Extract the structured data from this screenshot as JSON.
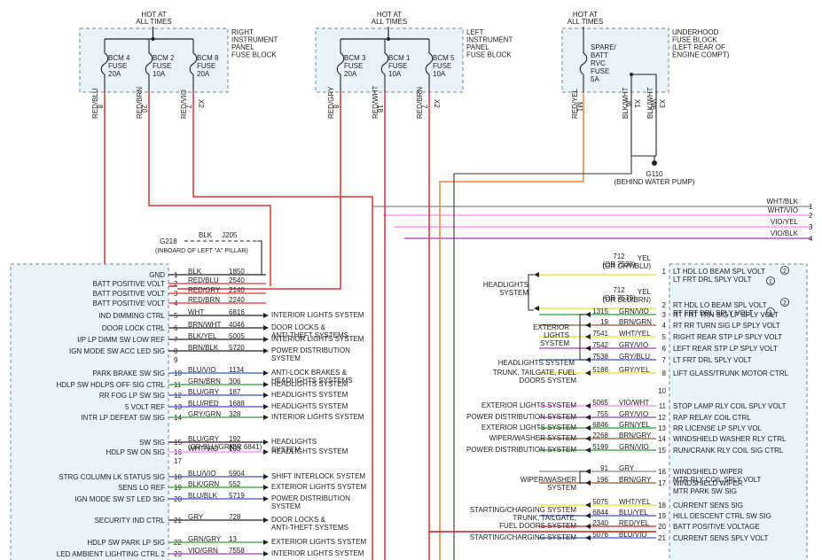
{
  "fuse_blocks": [
    {
      "hot_at": [
        "HOT AT",
        "ALL TIMES"
      ],
      "block_label": [
        "RIGHT",
        "INSTRUMENT",
        "PANEL",
        "FUSE BLOCK"
      ],
      "fuses": [
        {
          "name": [
            "BCM 4",
            "FUSE",
            "20A"
          ],
          "pin": "8",
          "wire": "RED/BLU"
        },
        {
          "name": [
            "BCM 2",
            "FUSE",
            "10A"
          ],
          "pin": "20",
          "wire": "RED/BRN"
        },
        {
          "name": [
            "BCM 8",
            "FUSE",
            "20A"
          ],
          "pin": "7",
          "wire": "RED/VIO"
        }
      ],
      "connector": "X2"
    },
    {
      "hot_at": [
        "HOT AT",
        "ALL TIMES"
      ],
      "block_label": [
        "LEFT",
        "INSTRUMENT",
        "PANEL",
        "FUSE BLOCK"
      ],
      "fuses": [
        {
          "name": [
            "BCM 3",
            "FUSE",
            "20A"
          ],
          "pin": "8",
          "wire": "RED/GRY"
        },
        {
          "name": [
            "BCM 1",
            "FUSE",
            "10A"
          ],
          "pin": "18",
          "wire": "RED/WHT"
        },
        {
          "name": [
            "BCM 5",
            "FUSE",
            "10A"
          ],
          "pin": "7",
          "wire": "RED/BRN"
        }
      ],
      "connector": "X2"
    },
    {
      "hot_at": [
        "HOT AT",
        "ALL TIMES"
      ],
      "block_label": [
        "UNDERHOOD",
        "FUSE BLOCK",
        "(LEFT REAR OF",
        "ENGINE COMPT)"
      ],
      "fuse": {
        "name": [
          "SPARE/",
          "BATT",
          "RVC",
          "FUSE",
          "5A"
        ],
        "pin": "M1",
        "wire": "RED/YEL"
      },
      "ground_pins": [
        {
          "pin": "J6",
          "conn": "X1",
          "wire": "BLK/WHT"
        },
        {
          "pin": "W6",
          "conn": "X3",
          "wire": "BLK/WHT"
        }
      ],
      "ground": [
        "G110",
        "(BEHIND WATER PUMP)"
      ]
    }
  ],
  "top_ground": {
    "wire": "BLK",
    "pin": "J205",
    "ground": "G218",
    "note": "(INBOARD OF LEFT \"A\" PILLAR)"
  },
  "bus_wires": [
    {
      "num": "1",
      "color": "WHT/BLK"
    },
    {
      "num": "2",
      "color": "WHT/VIO"
    },
    {
      "num": "3",
      "color": "VIO/YEL"
    },
    {
      "num": "4",
      "color": "VIO/BLK"
    }
  ],
  "left_module": {
    "rows": [
      {
        "label": "GND",
        "pin": "1",
        "wire": "BLK",
        "circuit": "1850",
        "dest": ""
      },
      {
        "label": "BATT POSITIVE VOLT",
        "pin": "2",
        "wire": "RED/BLU",
        "circuit": "2540",
        "dest": ""
      },
      {
        "label": "BATT POSITIVE VOLT",
        "pin": "3",
        "wire": "RED/GRY",
        "circuit": "2140",
        "dest": ""
      },
      {
        "label": "BATT POSITIVE VOLT",
        "pin": "4",
        "wire": "RED/BRN",
        "circuit": "2240",
        "dest": ""
      },
      {
        "label": "IND DIMMING CTRL",
        "pin": "5",
        "wire": "WHT",
        "circuit": "6816",
        "dest": "INTERIOR LIGHTS SYSTEM"
      },
      {
        "label": "DOOR LOCK CTRL",
        "pin": "6",
        "wire": "BRN/WHT",
        "circuit": "4046",
        "dest": "DOOR LOCKS &\nANTI-THEFT SYSTEMS"
      },
      {
        "label": "I/P LP DIMM SW LOW REF",
        "pin": "7",
        "wire": "BLK/YEL",
        "circuit": "5005",
        "dest": "INTERIOR LIGHTS SYSTEM"
      },
      {
        "label": "IGN MODE SW ACC LED SIG",
        "pin": "8",
        "wire": "BRN/BLK",
        "circuit": "5720",
        "dest": "POWER DISTRIBUTION\nSYSTEM"
      },
      {
        "label": "",
        "pin": "9",
        "wire": "",
        "circuit": "",
        "dest": ""
      },
      {
        "label": "PARK BRAKE SW SIG",
        "pin": "10",
        "wire": "BLU/VIO",
        "circuit": "1134",
        "dest": "ANTI-LOCK BRAKES &\nHEADLIGHTS SYSTEMS"
      },
      {
        "label": "HDLP SW HDLPS OFF SIG CTRL",
        "pin": "11",
        "wire": "GRN/BRN",
        "circuit": "306",
        "dest": "HEADLIGHTS SYSTEM"
      },
      {
        "label": "RR FOG LP SW SIG",
        "pin": "12",
        "wire": "BLU/GRY",
        "circuit": "187",
        "dest": "HEADLIGHTS SYSTEM"
      },
      {
        "label": "5 VOLT REF",
        "pin": "13",
        "wire": "BLU/RED",
        "circuit": "1688",
        "dest": "HEADLIGHTS SYSTEM"
      },
      {
        "label": "INTR LP DEFEAT SW SIG",
        "pin": "14",
        "wire": "GRY/GRN",
        "circuit": "328",
        "dest": "INTERIOR LIGHTS SYSTEM"
      },
      {
        "label": "SW SIG",
        "pin": "15",
        "wire": "BLU/GRY\n(OR BLU/GRN)",
        "circuit": "192\n(OR 6841)",
        "dest": "HEADLIGHTS\nSYSTEM"
      },
      {
        "label": "HDLP SW ON SIG",
        "pin": "16",
        "wire": "WHT/VIO",
        "circuit": "103",
        "dest": "HEADLIGHTS SYSTEM"
      },
      {
        "label": "",
        "pin": "17",
        "wire": "",
        "circuit": "",
        "dest": ""
      },
      {
        "label": "STRG COLUMN LK STATUS SIG",
        "pin": "18",
        "wire": "BLU/VIO",
        "circuit": "5904",
        "dest": "SHIFT INTERLOCK SYSTEM"
      },
      {
        "label": "SENS LO REF",
        "pin": "19",
        "wire": "BLK/GRN",
        "circuit": "552",
        "dest": "EXTERIOR LIGHTS SYSTEM"
      },
      {
        "label": "IGN MODE SW ST LED SIG",
        "pin": "20",
        "wire": "BLU/BLK",
        "circuit": "5719",
        "dest": "POWER DISTRIBUTION\nSYSTEM"
      },
      {
        "label": "SECURITY IND CTRL",
        "pin": "21",
        "wire": "GRY",
        "circuit": "728",
        "dest": "DOOR LOCKS &\nANTI-THEFT SYSTEMS"
      },
      {
        "label": "HDLP SW PARK LP SIG",
        "pin": "22",
        "wire": "GRN/GRY",
        "circuit": "13",
        "dest": "EXTERIOR LIGHTS SYSTEM"
      },
      {
        "label": "LED AMBIENT LIGHTING CTRL 2",
        "pin": "23",
        "wire": "VIO/GRN",
        "circuit": "7558",
        "dest": "INTERIOR LIGHTS SYSTEM"
      }
    ]
  },
  "right_module": {
    "rows": [
      {
        "source": "",
        "circuit": "712\n(OR 7538)",
        "wire": "YEL\n(OR GRY/BLU)",
        "pin": "1",
        "label": "LT HDL LO BEAM SPL VOLT\nLT FRT DRL SPLY VOLT"
      },
      {
        "source": "",
        "circuit": "712\n(OR 7539)",
        "wire": "YEL\n(OR BLU/BRN)",
        "pin": "2",
        "label": "RT HDL LO BEAM SPL VOLT\nRT FRT DRL SPLY VOLT"
      },
      {
        "source": "",
        "circuit": "1315",
        "wire": "GRN/VIO",
        "pin": "3",
        "label": "RT FRT TRN SIG LP SPLY VOLT"
      },
      {
        "source": "",
        "circuit": "19",
        "wire": "BRN/GRN",
        "pin": "4",
        "label": "RT RR TURN SIG LP SPLY VOLT"
      },
      {
        "source": "",
        "circuit": "7541",
        "wire": "WHT/YEL",
        "pin": "5",
        "label": "RIGHT REAR STP LP SPLY VOLT"
      },
      {
        "source": "",
        "circuit": "7542",
        "wire": "GRY/VIO",
        "pin": "6",
        "label": "LEFT REAR STP LP SPLY VOLT"
      },
      {
        "source": "",
        "circuit": "7538",
        "wire": "GRY/BLU",
        "pin": "7",
        "label": "LT FRT DRL SPLY VOLT"
      },
      {
        "source": "TRUNK, TAILGATE, FUEL\nDOORS SYSTEM",
        "circuit": "5188",
        "wire": "GRY/YEL",
        "pin": "8",
        "label": "LIFT GLASS/TRUNK MOTOR CTRL"
      },
      {
        "source": "",
        "circuit": "",
        "wire": "",
        "pin": "10",
        "label": ""
      },
      {
        "source": "EXTERIOR LIGHTS SYSTEM",
        "circuit": "5065",
        "wire": "VIO/WHT",
        "pin": "11",
        "label": "STOP LAMP RLY COIL SPLY VOLT"
      },
      {
        "source": "POWER DISTRIBUTION SYSTEM",
        "circuit": "755",
        "wire": "GRY/VIO",
        "pin": "12",
        "label": "RAP RELAY COIL CTRL"
      },
      {
        "source": "EXTERIOR LIGHTS SYSTEM",
        "circuit": "6846",
        "wire": "GRN/YEL",
        "pin": "13",
        "label": "RR LICENSE LP SPLY VOL"
      },
      {
        "source": "WIPER/WASHER SYSTEM",
        "circuit": "2268",
        "wire": "BRN/GRY",
        "pin": "14",
        "label": "WINDSHIELD WASHER RLY CTRL"
      },
      {
        "source": "POWER DISTRIBUTION SYSTEM",
        "circuit": "5199",
        "wire": "GRN/VIO",
        "pin": "15",
        "label": "RUN/CRANK RLY COIL SIG CTRL"
      },
      {
        "source": "",
        "circuit": "91",
        "wire": "GRY",
        "pin": "16",
        "label": "WINDSHIELD WIPER\nMTR RLY COIL SPLY VOLT"
      },
      {
        "source": "",
        "circuit": "196",
        "wire": "BRN/GRY",
        "pin": "17",
        "label": "WINDSHIELD WIPER\nMTR PARK SW SIG"
      },
      {
        "source": "",
        "circuit": "5075",
        "wire": "WHT/YEL",
        "pin": "18",
        "label": "CURRENT SENS SIG"
      },
      {
        "source": "",
        "circuit": "6844",
        "wire": "BLU/YEL",
        "pin": "19",
        "label": "HILL DESCENT CTRL SW SIG"
      },
      {
        "source": "",
        "circuit": "2340",
        "wire": "RED/YEL",
        "pin": "20",
        "label": "BATT POSITIVE VOLTAGE"
      },
      {
        "source": "STARTING/CHARGING SYSTEM",
        "circuit": "5076",
        "wire": "BLU/VIO",
        "pin": "21",
        "label": "CURRENT SENS SPLY VOLT"
      }
    ],
    "group_labels": {
      "headlights": "HEADLIGHTS\nSYSTEM",
      "exterior": "EXTERIOR\nLIGHTS\nSYSTEM",
      "headlights_single": "HEADLIGHTS SYSTEM",
      "wiper": "WIPER/WASHER\nSYSTEM",
      "starting": "STARTING/CHARGING SYSTEM\nTRUNK, TAILGATE,\nFUEL DOORS SYSTEM"
    },
    "splice_markers": [
      "2",
      "1",
      "2",
      "1"
    ]
  },
  "colors": {
    "red": "#e03030",
    "red_dark": "#c81e1e",
    "orange": "#e8863a",
    "yellow": "#f2df22",
    "blue": "#3b54c8",
    "violet": "#9a3fb7",
    "pink": "#ff80ff",
    "green": "#2ca02c",
    "gray_dark": "#555555",
    "box_fill": "#e9f3fa",
    "box_stroke": "#7a8896"
  }
}
